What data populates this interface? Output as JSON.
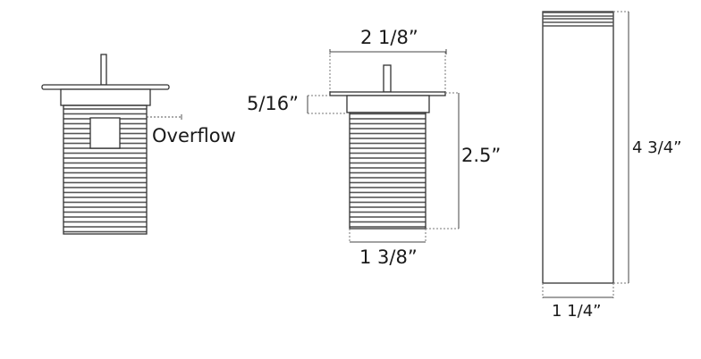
{
  "diagram": {
    "stroke_color": "#333333",
    "thread_color": "#555555",
    "parts": [
      {
        "name": "drain-with-overflow",
        "labels": {
          "overflow": "Overflow"
        }
      },
      {
        "name": "drain-dimensioned",
        "labels": {
          "flange_width": "2 1/8”",
          "collar_height": "5/16”",
          "body_height": "2.5”",
          "body_width": "1 3/8”"
        }
      },
      {
        "name": "standpipe",
        "labels": {
          "height": "4 3/4”",
          "width": "1 1/4”"
        }
      }
    ]
  }
}
